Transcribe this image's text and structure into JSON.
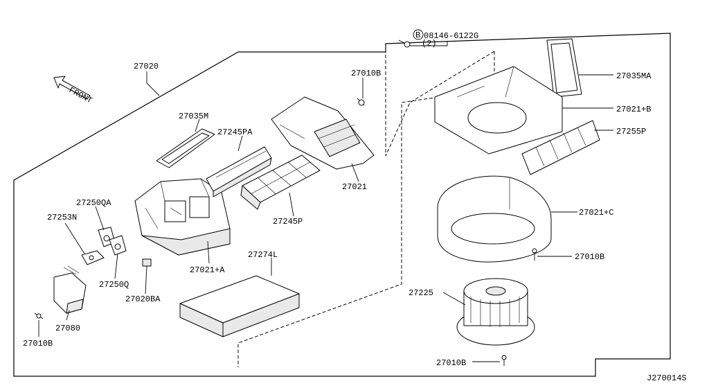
{
  "diagram_code": "J270014S",
  "front_label": "FRONT",
  "bolt_callout": {
    "prefix": "B",
    "part": "08146-6122G",
    "qty": "(2)"
  },
  "labels": {
    "p27020": "27020",
    "p27035M": "27035M",
    "p27245PA": "27245PA",
    "p27245P": "27245P",
    "p27250QA": "27250QA",
    "p27253N": "27253N",
    "p27250Q": "27250Q",
    "p27020BA": "27020BA",
    "p27021A": "27021+A",
    "p27274L": "27274L",
    "p27080": "27080",
    "p27010B_1": "27010B",
    "p27010B_2": "27010B",
    "p27010B_3": "27010B",
    "p27010B_4": "27010B",
    "p27021": "27021",
    "p27035MA": "27035MA",
    "p27021B": "27021+B",
    "p27255P": "27255P",
    "p27021C": "27021+C",
    "p27225": "27225"
  }
}
